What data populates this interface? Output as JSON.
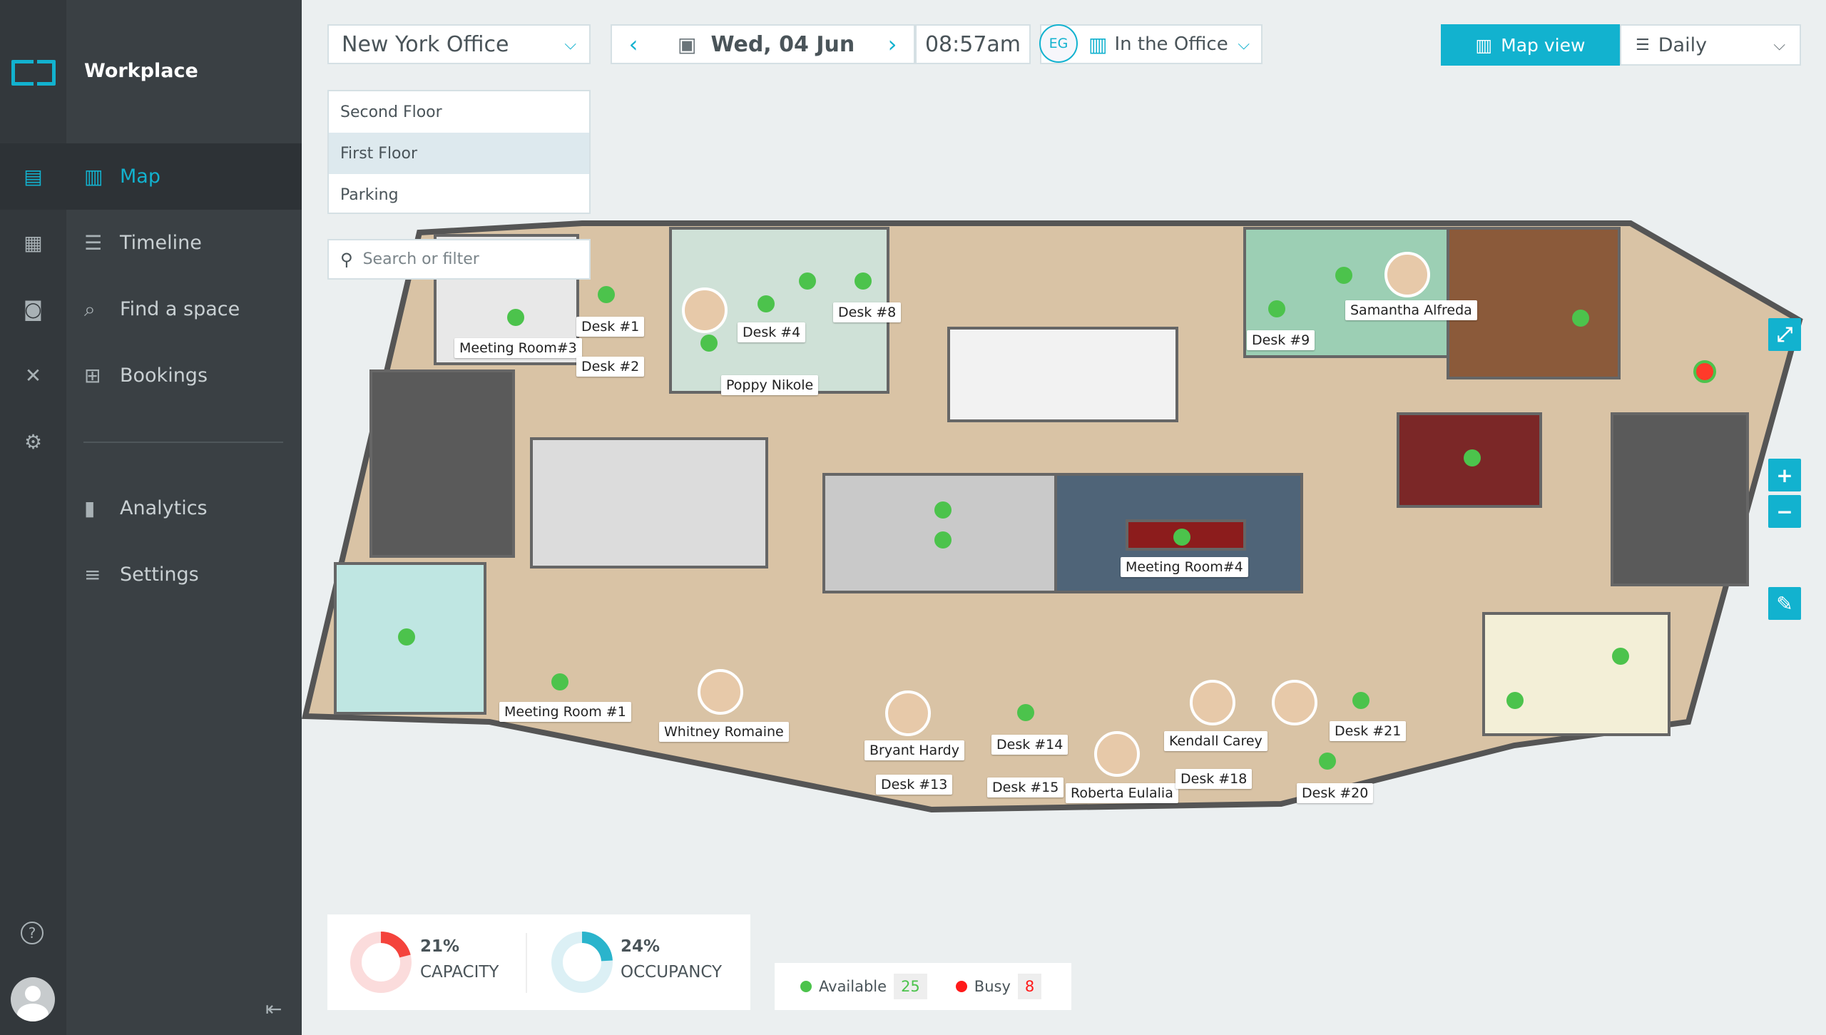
{
  "app": {
    "title": "Workplace"
  },
  "sidebar": {
    "items": [
      {
        "label": "Map"
      },
      {
        "label": "Timeline"
      },
      {
        "label": "Find a space"
      },
      {
        "label": "Bookings"
      },
      {
        "label": "Analytics"
      },
      {
        "label": "Settings"
      }
    ]
  },
  "toolbar": {
    "office": "New York Office",
    "date": "Wed, 04 Jun",
    "time": "08:57am",
    "user_initials": "EG",
    "status": "In the Office",
    "view": "Map view",
    "period": "Daily"
  },
  "floors": [
    {
      "label": "Second Floor"
    },
    {
      "label": "First Floor"
    },
    {
      "label": "Parking"
    }
  ],
  "search": {
    "placeholder": "Search or filter"
  },
  "map": {
    "labels": [
      "Meeting Room#3",
      "Desk #1",
      "Desk #2",
      "Desk #4",
      "Poppy Nikole",
      "Desk #8",
      "Desk #9",
      "Samantha Alfreda",
      "Meeting Room#4",
      "Meeting Room #1",
      "Whitney Romaine",
      "Bryant Hardy",
      "Desk #13",
      "Desk #14",
      "Desk #15",
      "Roberta Eulalia",
      "Kendall Carey",
      "Desk #18",
      "Desk #21",
      "Desk #20"
    ]
  },
  "stats": {
    "capacity": {
      "value": "21%",
      "label": "CAPACITY",
      "fraction": 0.21
    },
    "occupancy": {
      "value": "24%",
      "label": "OCCUPANCY",
      "fraction": 0.24
    }
  },
  "legend": {
    "available": {
      "label": "Available",
      "count": "25"
    },
    "busy": {
      "label": "Busy",
      "count": "8"
    }
  },
  "colors": {
    "accent": "#12b2cf",
    "available": "#4cc34c",
    "busy": "#ff1a1a",
    "capacity": "#f4433c"
  }
}
